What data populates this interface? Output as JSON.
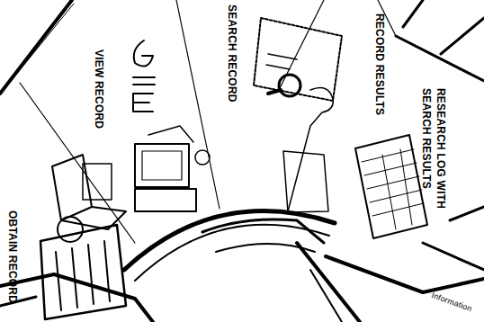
{
  "diagram": {
    "labels": [
      "OBTAIN RECORD",
      "VIEW RECORD",
      "SEARCH RECORD",
      "RECORD RESULTS",
      "RESEARCH LOG WITH SEARCH RESULTS",
      "Information"
    ]
  }
}
